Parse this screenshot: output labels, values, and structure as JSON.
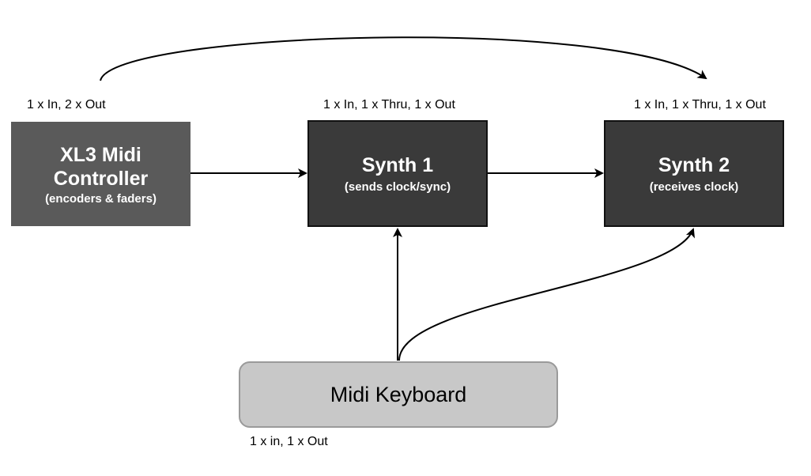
{
  "nodes": {
    "xl3": {
      "title": "XL3 Midi Controller",
      "subtitle": "(encoders & faders)",
      "ports": "1 x In, 2 x Out",
      "fill": "#5a5a5a"
    },
    "synth1": {
      "title": "Synth 1",
      "subtitle": "(sends clock/sync)",
      "ports": "1 x In, 1 x Thru, 1 x Out",
      "fill": "#3a3a3a"
    },
    "synth2": {
      "title": "Synth 2",
      "subtitle": "(receives clock)",
      "ports": "1 x In, 1 x Thru, 1 x Out",
      "fill": "#3a3a3a"
    },
    "keyboard": {
      "title": "Midi Keyboard",
      "ports": "1 x in, 1 x Out",
      "fill": "#c8c8c8"
    }
  },
  "edges": [
    {
      "from": "xl3",
      "to": "synth1"
    },
    {
      "from": "synth1",
      "to": "synth2"
    },
    {
      "from": "xl3",
      "to": "synth2"
    },
    {
      "from": "keyboard",
      "to": "synth1"
    },
    {
      "from": "keyboard",
      "to": "synth2"
    }
  ]
}
